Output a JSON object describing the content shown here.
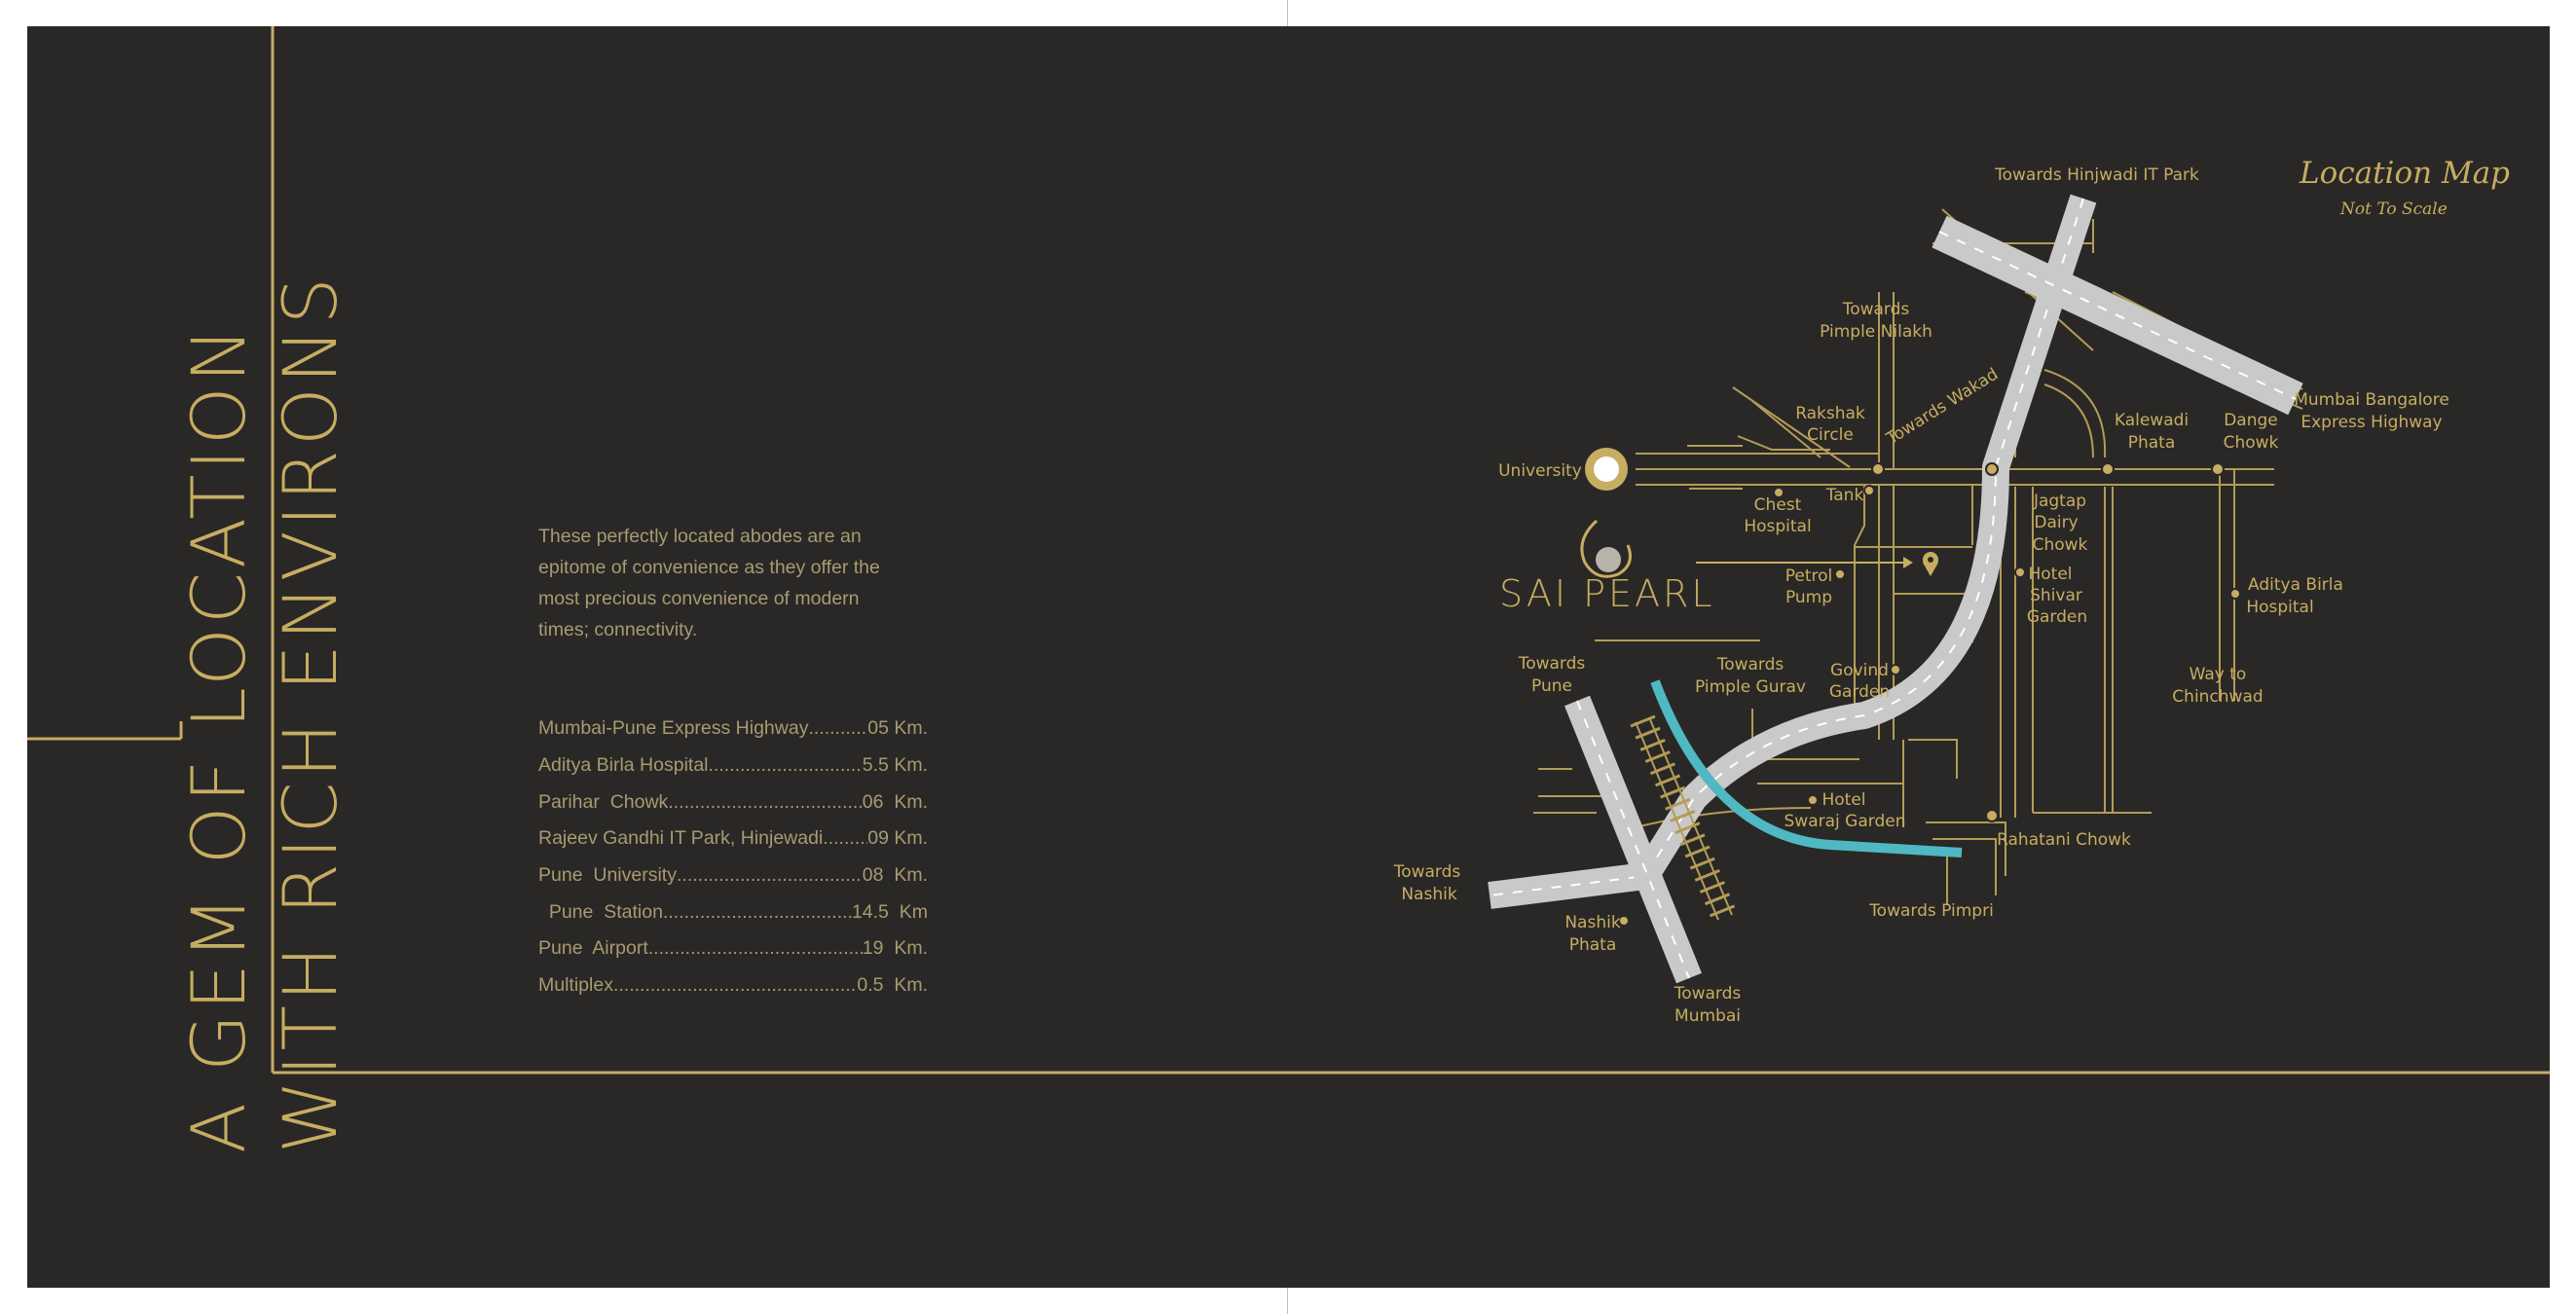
{
  "title": {
    "line1": "A GEM OF LOCATION",
    "line2": "WITH RICH ENVIRONS"
  },
  "intro": "These perfectly located abodes are an epitome of convenience as they offer the most precious convenience of modern times; connectivity.",
  "distances": [
    {
      "label": "Mumbai-Pune Express Highway",
      "value": "05 Km."
    },
    {
      "label": "Aditya Birla Hospital",
      "value": "5.5 Km."
    },
    {
      "label": "Parihar  Chowk",
      "value": "06  Km."
    },
    {
      "label": "Rajeev Gandhi IT Park, Hinjewadi",
      "value": "09 Km."
    },
    {
      "label": "Pune  University",
      "value": "08  Km."
    },
    {
      "label": "  Pune  Station",
      "value": "14.5  Km"
    },
    {
      "label": "Pune  Airport",
      "value": "19  Km."
    },
    {
      "label": "Multiplex",
      "value": "0.5  Km."
    }
  ],
  "map": {
    "title": "Location Map",
    "subtitle": "Not To Scale",
    "brand": "SAI PEARL",
    "labels": {
      "hinjwadi": "Towards Hinjwadi IT Park",
      "pimple_nilakh_1": "Towards",
      "pimple_nilakh_2": "Pimple Nilakh",
      "rakshak_1": "Rakshak",
      "rakshak_2": "Circle",
      "wakad": "Towards Wakad",
      "kalewadi_1": "Kalewadi",
      "kalewadi_2": "Phata",
      "dange_1": "Dange",
      "dange_2": "Chowk",
      "mbh_1": "Mumbai Bangalore",
      "mbh_2": "Express Highway",
      "university": "University",
      "chest_1": "Chest",
      "chest_2": "Hospital",
      "tank": "Tank",
      "jagtap_1": "Jagtap",
      "jagtap_2": "Dairy",
      "jagtap_3": "Chowk",
      "petrol_1": "Petrol",
      "petrol_2": "Pump",
      "shivar_1": "Hotel",
      "shivar_2": "Shivar",
      "shivar_3": "Garden",
      "aditya_1": "Aditya Birla",
      "aditya_2": "Hospital",
      "pune_1": "Towards",
      "pune_2": "Pune",
      "gurav_1": "Towards",
      "gurav_2": "Pimple Gurav",
      "govind_1": "Govind",
      "govind_2": "Garden",
      "chinchwad_1": "Way to",
      "chinchwad_2": "Chinchwad",
      "swaraj_1": "Hotel",
      "swaraj_2": "Swaraj Garden",
      "rahatani": "Rahatani Chowk",
      "nashik_1": "Towards",
      "nashik_2": "Nashik",
      "pimpri": "Towards Pimpri",
      "nphata_1": "Nashik",
      "nphata_2": "Phata",
      "mumbai_1": "Towards",
      "mumbai_2": "Mumbai"
    }
  },
  "colors": {
    "background": "#2a2826",
    "gold": "#c7ad62",
    "text_muted": "#a89a72",
    "road": "#c9c9c9",
    "river": "#4fb8c3"
  }
}
